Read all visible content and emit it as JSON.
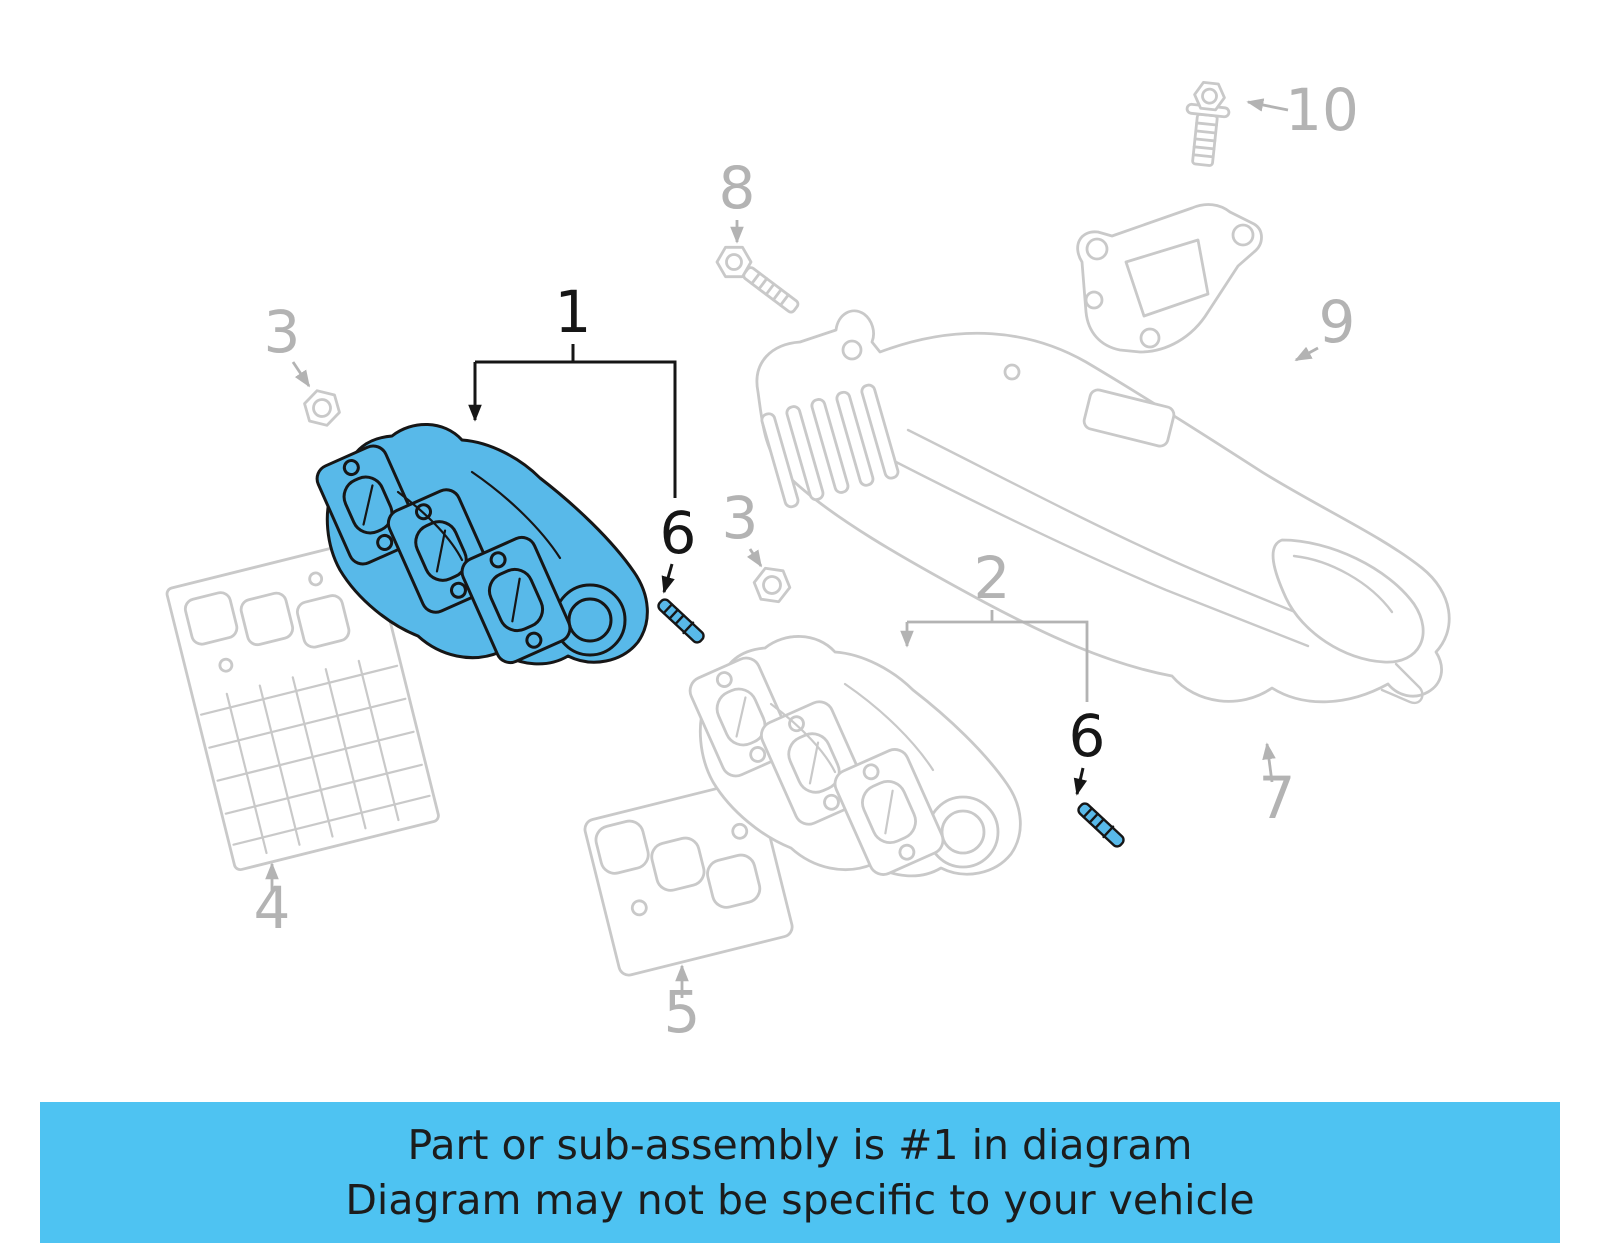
{
  "diagram": {
    "colors": {
      "highlight_fill": "#58b9e9",
      "highlight_stroke": "#161616",
      "ghost_line": "#c9c9c9",
      "callout_active": "#161616",
      "callout_inactive": "#b3b3b3",
      "banner_bg": "#4ec3f2",
      "banner_text": "#1c1c1c",
      "page_bg": "#ffffff"
    },
    "callouts": [
      {
        "label": "1",
        "part": "exhaust-manifold",
        "highlighted": true
      },
      {
        "label": "2",
        "part": "exhaust-manifold-opposite",
        "highlighted": false
      },
      {
        "label": "3",
        "part": "nut-upper-left",
        "highlighted": false
      },
      {
        "label": "3",
        "part": "nut-center",
        "highlighted": false
      },
      {
        "label": "4",
        "part": "heat-shield-lower",
        "highlighted": false
      },
      {
        "label": "5",
        "part": "manifold-gasket",
        "highlighted": false
      },
      {
        "label": "6",
        "part": "stud-left",
        "highlighted": true
      },
      {
        "label": "6",
        "part": "stud-right",
        "highlighted": true
      },
      {
        "label": "7",
        "part": "heat-shield-upper",
        "highlighted": false
      },
      {
        "label": "8",
        "part": "flange-bolt",
        "highlighted": false
      },
      {
        "label": "9",
        "part": "support-bracket",
        "highlighted": false
      },
      {
        "label": "10",
        "part": "bracket-bolt",
        "highlighted": false
      }
    ]
  },
  "banner": {
    "line1": "Part or sub-assembly is #1 in diagram",
    "line2": "Diagram may not be specific to your vehicle"
  }
}
